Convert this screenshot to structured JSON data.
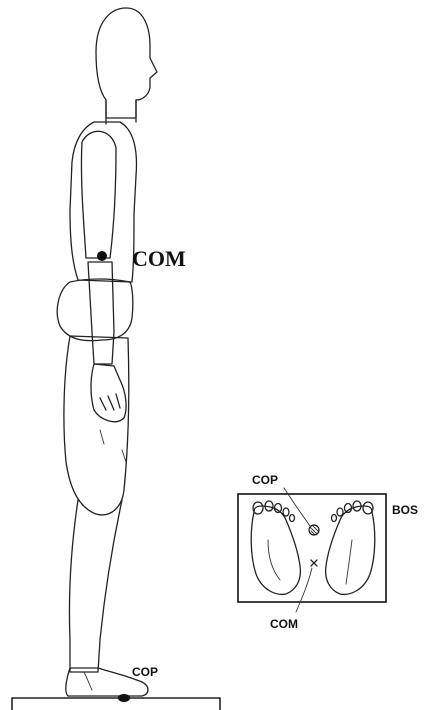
{
  "figure": {
    "labels": {
      "com_body": "COM",
      "cop_floor": "COP",
      "cop_inset": "COP",
      "com_inset": "COM",
      "bos_inset": "BOS"
    }
  }
}
